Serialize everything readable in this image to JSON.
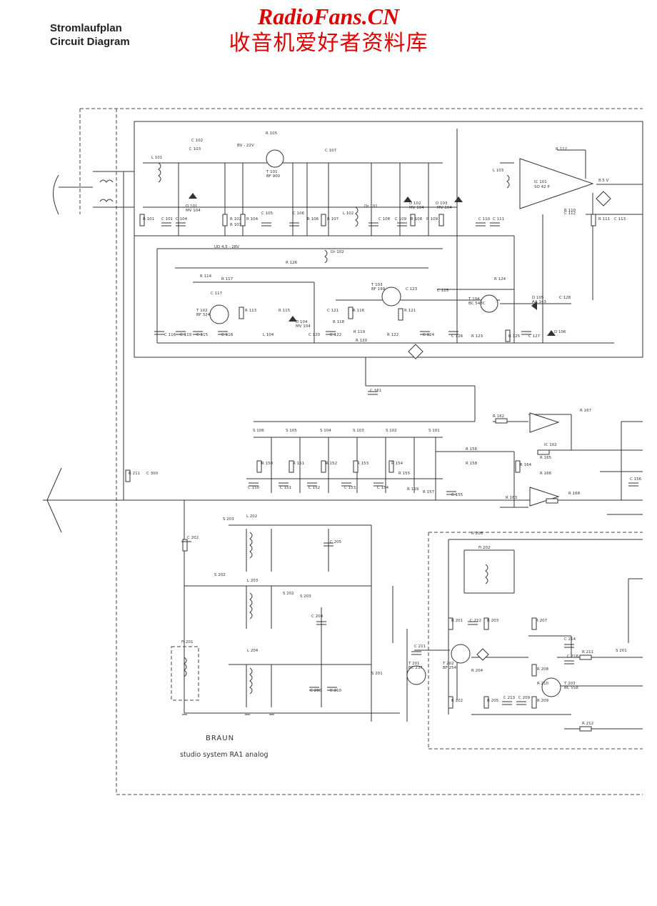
{
  "header": {
    "title_de": "Stromlaufplan",
    "title_en": "Circuit Diagram"
  },
  "watermark": {
    "site": "RadioFans.CN",
    "chinese": "收音机爱好者资料库",
    "color": "#e00000"
  },
  "footer": {
    "brand": "BRAUN",
    "model": "studio system RA1 analog"
  },
  "components": [
    "C 102",
    "C 103",
    "R 105",
    "BV - 22V",
    "C 107",
    "L 101",
    "T 101",
    "BF 900",
    "D 101",
    "MV 104",
    "R 101",
    "C 101",
    "C 104",
    "R 102",
    "R 103",
    "R 104",
    "C 105",
    "C 106",
    "R 106",
    "R 107",
    "L 102",
    "Dr 101",
    "C 108",
    "C 109",
    "D 102",
    "MV 104",
    "R 108",
    "R 109",
    "D 103",
    "MV 104",
    "L 103",
    "R 112",
    "IC 101",
    "SO 42 P",
    "8.5 V",
    "C 110",
    "C 111",
    "R 110",
    "C 112",
    "R 111",
    "C 113",
    "UD 4,5 - 28V",
    "Dr 102",
    "R 126",
    "R 114",
    "R 117",
    "C 117",
    "T 102",
    "BF 324",
    "R 113",
    "R 115",
    "D 104",
    "MV 104",
    "C 121",
    "R 116",
    "T 103",
    "BF 199",
    "C 123",
    "C 125",
    "R 124",
    "T 104",
    "BC 548C",
    "D 105",
    "AA 143",
    "C 128",
    "R 118",
    "R 119",
    "R 120",
    "R 121",
    "C 122",
    "R 122",
    "C 124",
    "C 126",
    "R 123",
    "R 125",
    "C 127",
    "D 106",
    "C 116",
    "C 119",
    "C 115",
    "C 118",
    "L 104",
    "C 120",
    "C 161",
    "R 162",
    "R 167",
    "IC 102",
    "R 164",
    "R 165",
    "R 166",
    "R 163",
    "R 168",
    "S 106",
    "S 105",
    "S 104",
    "S 103",
    "S 102",
    "S 101",
    "R 150",
    "R 151",
    "R 152",
    "R 153",
    "R 154",
    "R 155",
    "R 156",
    "R 158",
    "R 159",
    "R 157",
    "C 150",
    "C 151",
    "C 152",
    "C 153",
    "C 154",
    "C 155",
    "C 156",
    "R 211",
    "C 300",
    "C 202",
    "S 203",
    "L 202",
    "C 205",
    "S 202",
    "L 203",
    "S 202",
    "S 203",
    "C 208",
    "L 204",
    "C 206",
    "C 210",
    "S 201",
    "C 211",
    "T 201",
    "BC 237",
    "Fi 201",
    "R 206",
    "Fi 202",
    "R 201",
    "C 212",
    "R 203",
    "R 207",
    "T 202",
    "BF 254",
    "R 204",
    "R 202",
    "R 205",
    "C 213",
    "C 209",
    "C 214",
    "C 216",
    "R 211",
    "R 208",
    "R 210",
    "T 203",
    "BC 558",
    "R 209",
    "R 212",
    "S 201"
  ]
}
